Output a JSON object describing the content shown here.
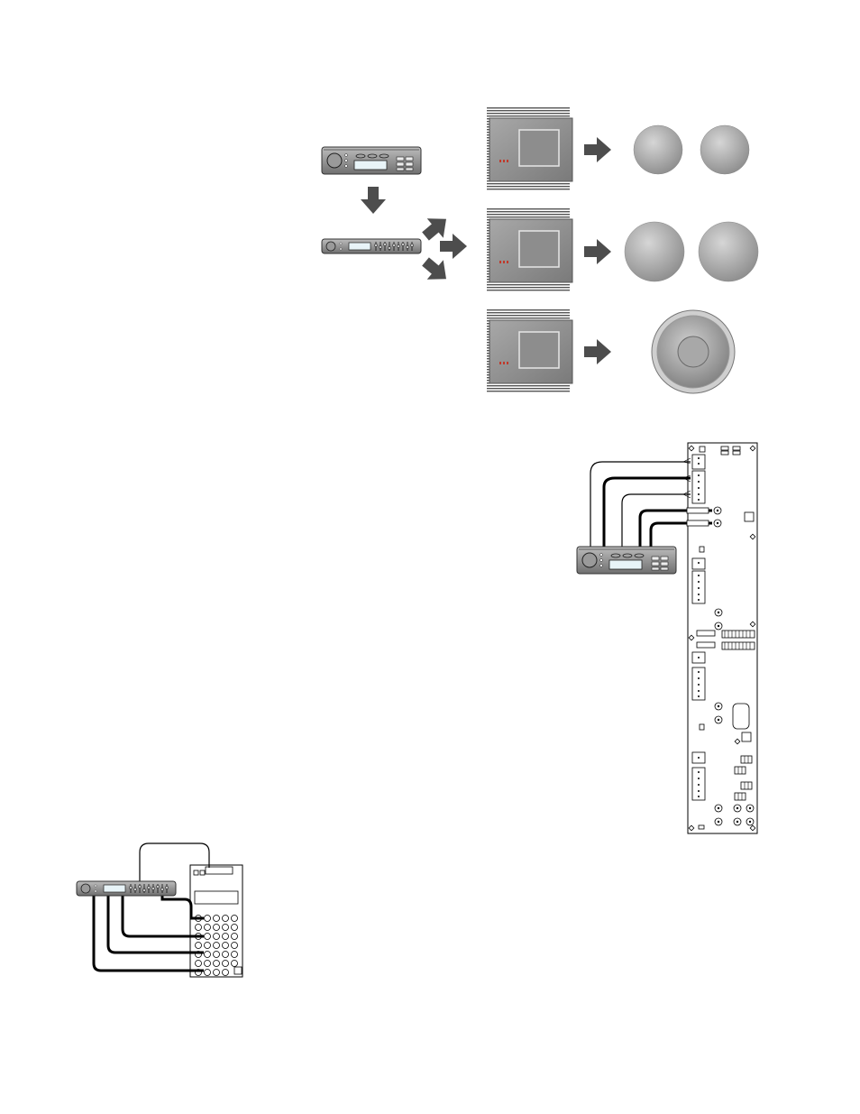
{
  "diagram": {
    "signal_chain": {
      "source_unit": "head-unit",
      "processor_unit": "equalizer-processor",
      "amplifier_count": 3,
      "speaker_groups": [
        "small-speaker-pair",
        "mid-speaker-pair",
        "subwoofer"
      ]
    },
    "wiring_views": [
      "head-unit-to-amplifier-board",
      "processor-to-terminal-block"
    ]
  },
  "colors": {
    "amp_body": "#9a9a9a",
    "amp_dark": "#6e6e6e",
    "arrow": "#4d4d4d",
    "speaker": "#b5b5b5",
    "wire": "#000000",
    "indicator": "#c0392b",
    "display": "#e8f4f8"
  },
  "icons": [
    "arrow-down-icon",
    "arrow-right-icon",
    "arrow-up-right-icon",
    "arrow-down-right-icon"
  ]
}
